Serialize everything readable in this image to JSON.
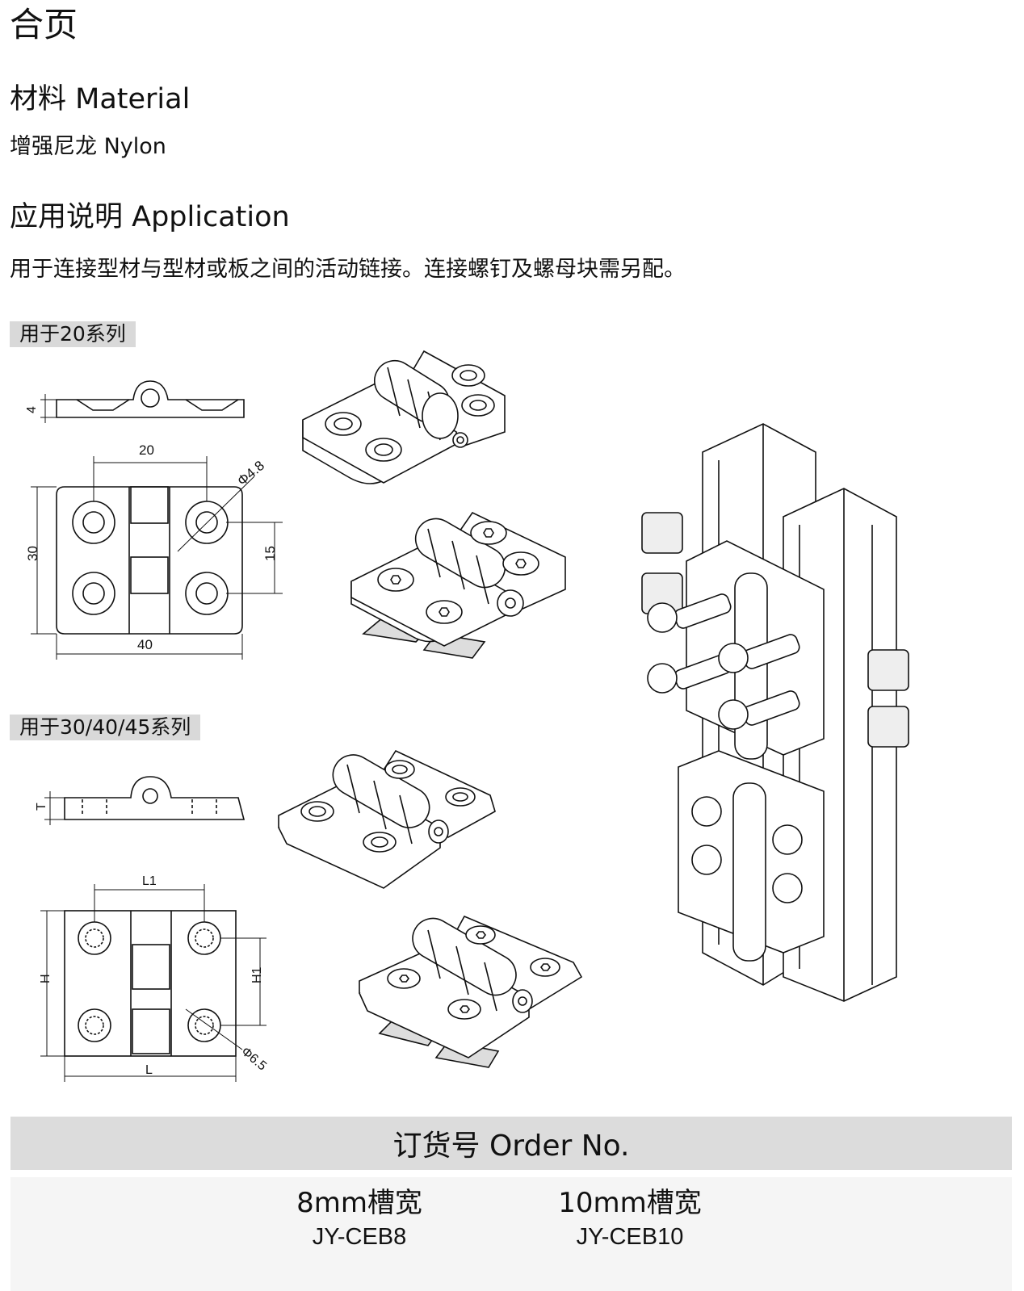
{
  "title": "合页",
  "material": {
    "heading": "材料 Material",
    "value": "增强尼龙 Nylon"
  },
  "application": {
    "heading": "应用说明 Application",
    "text": "用于连接型材与型材或板之间的活动链接。连接螺钉及螺母块需另配。"
  },
  "series20": {
    "label": "用于20系列",
    "dims": {
      "thickness": "4",
      "l1": "20",
      "dia": "Φ4.8",
      "h": "30",
      "h1": "15",
      "l": "40"
    }
  },
  "series3045": {
    "label": "用于30/40/45系列",
    "dims": {
      "thickness": "T",
      "l1": "L1",
      "h": "H",
      "h1": "H1",
      "dia": "Φ6.5",
      "l": "L"
    }
  },
  "order": {
    "heading": "订货号 Order No.",
    "columns": [
      {
        "width": "8mm槽宽",
        "code": "JY-CEB8"
      },
      {
        "width": "10mm槽宽",
        "code": "JY-CEB10"
      }
    ]
  }
}
